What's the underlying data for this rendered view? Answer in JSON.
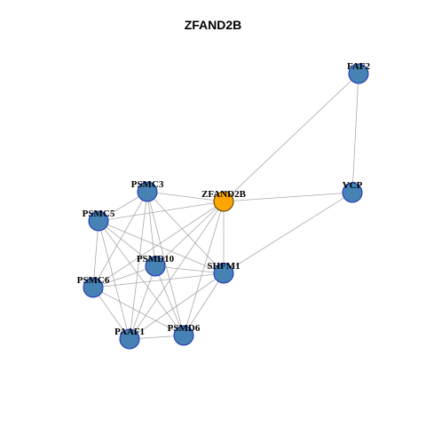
{
  "title": "ZFAND2B",
  "colors": {
    "edge": "#aaaaaa",
    "node_default": "#4682b4",
    "node_stroke_default": "#1a2fb8",
    "node_highlight": "#ffa500",
    "node_stroke_highlight": "#4d3a00"
  },
  "nodes": [
    {
      "id": "FAF2",
      "label": "FAF2",
      "highlight": false
    },
    {
      "id": "VCP",
      "label": "VCP",
      "highlight": false
    },
    {
      "id": "ZFAND2B",
      "label": "ZFAND2B",
      "highlight": true
    },
    {
      "id": "PSMC3",
      "label": "PSMC3",
      "highlight": false
    },
    {
      "id": "PSMC5",
      "label": "PSMC5",
      "highlight": false
    },
    {
      "id": "PSMD10",
      "label": "PSMD10",
      "highlight": false
    },
    {
      "id": "SHFM1",
      "label": "SHFM1",
      "highlight": false
    },
    {
      "id": "PSMC6",
      "label": "PSMC6",
      "highlight": false
    },
    {
      "id": "PAAF1",
      "label": "PAAF1",
      "highlight": false
    },
    {
      "id": "PSMD6",
      "label": "PSMD6",
      "highlight": false
    }
  ],
  "edges": [
    [
      "FAF2",
      "ZFAND2B"
    ],
    [
      "FAF2",
      "VCP"
    ],
    [
      "VCP",
      "ZFAND2B"
    ],
    [
      "VCP",
      "SHFM1"
    ],
    [
      "ZFAND2B",
      "PSMC3"
    ],
    [
      "ZFAND2B",
      "PSMC5"
    ],
    [
      "ZFAND2B",
      "PSMD10"
    ],
    [
      "ZFAND2B",
      "SHFM1"
    ],
    [
      "ZFAND2B",
      "PSMC6"
    ],
    [
      "ZFAND2B",
      "PAAF1"
    ],
    [
      "ZFAND2B",
      "PSMD6"
    ],
    [
      "PSMC3",
      "PSMC5"
    ],
    [
      "PSMC3",
      "PSMD10"
    ],
    [
      "PSMC3",
      "SHFM1"
    ],
    [
      "PSMC3",
      "PSMC6"
    ],
    [
      "PSMC3",
      "PAAF1"
    ],
    [
      "PSMC3",
      "PSMD6"
    ],
    [
      "PSMC5",
      "PSMD10"
    ],
    [
      "PSMC5",
      "SHFM1"
    ],
    [
      "PSMC5",
      "PSMC6"
    ],
    [
      "PSMC5",
      "PAAF1"
    ],
    [
      "PSMC5",
      "PSMD6"
    ],
    [
      "PSMD10",
      "SHFM1"
    ],
    [
      "PSMD10",
      "PSMC6"
    ],
    [
      "PSMD10",
      "PAAF1"
    ],
    [
      "PSMD10",
      "PSMD6"
    ],
    [
      "SHFM1",
      "PSMC6"
    ],
    [
      "SHFM1",
      "PAAF1"
    ],
    [
      "SHFM1",
      "PSMD6"
    ],
    [
      "PSMC6",
      "PAAF1"
    ],
    [
      "PSMC6",
      "PSMD6"
    ],
    [
      "PAAF1",
      "PSMD6"
    ]
  ]
}
